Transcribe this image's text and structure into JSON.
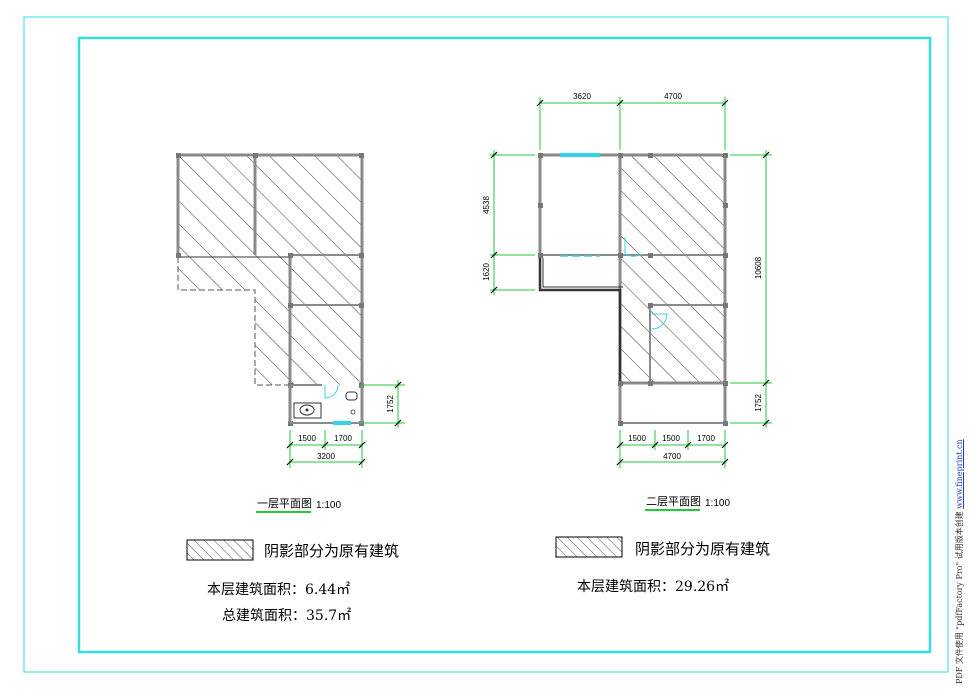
{
  "plans": {
    "first_floor": {
      "title": "一层平面图",
      "scale": "1:100",
      "dims": {
        "bottom1": "1500",
        "bottom2": "1700",
        "bottom_total": "3200",
        "right": "1752"
      },
      "legend_text": "阴影部分为原有建筑",
      "floor_area": "本层建筑面积：6.44㎡",
      "total_area": "总建筑面积：35.7㎡"
    },
    "second_floor": {
      "title": "二层平面图",
      "scale": "1:100",
      "dims": {
        "top1": "3620",
        "top2": "4700",
        "left1": "4538",
        "left2": "1620",
        "right_total": "10608",
        "right_bottom": "1752",
        "bottom1": "1500",
        "bottom2": "1500",
        "bottom3": "1700",
        "bottom_total": "4700"
      },
      "legend_text": "阴影部分为原有建筑",
      "floor_area": "本层建筑面积：29.26㎡"
    }
  },
  "watermark": {
    "text": "PDF 文件使用 \"pdfFactory Pro\" 试用版本创建 ",
    "link": "www.fineprint.cn"
  },
  "colors": {
    "frame": "#33dde0",
    "dimension": "#22c93a",
    "wall": "#8a8a8a",
    "window": "#33d6e8"
  }
}
